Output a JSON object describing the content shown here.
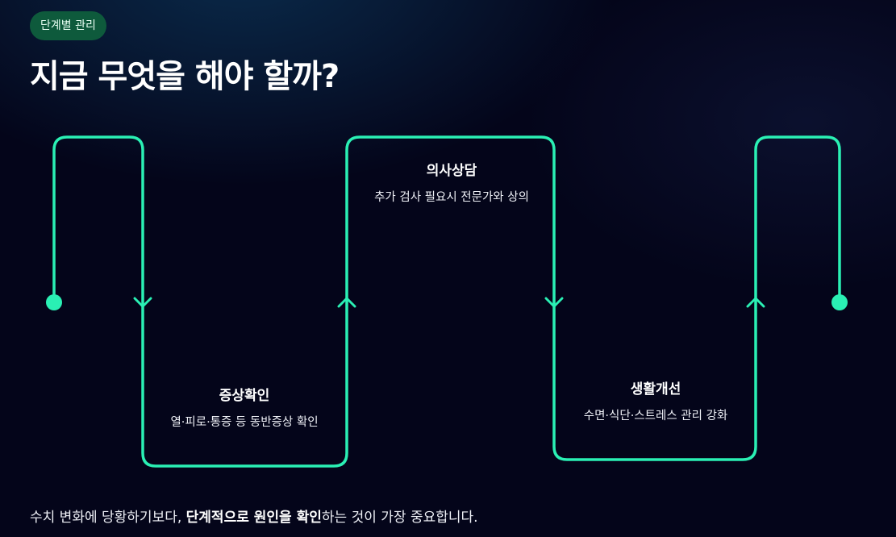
{
  "badge": "단계별 관리",
  "title": "지금 무엇을 해야 할까?",
  "steps": [
    {
      "title": "증상확인",
      "desc": "열·피로·통증 등 동반증상 확인"
    },
    {
      "title": "의사상담",
      "desc": "추가 검사 필요시 전문가와 상의"
    },
    {
      "title": "생활개선",
      "desc": "수면·식단·스트레스 관리 강화"
    }
  ],
  "footer": {
    "part1": "수치 변화에 당황하기보다, ",
    "bold1": "단계적으로 원인을 확인",
    "part2": "하는 것이 가장 중요합니다."
  },
  "colors": {
    "accent": "#2af0b4",
    "badge_bg": "#0e5a3c",
    "background": "#04051a"
  }
}
